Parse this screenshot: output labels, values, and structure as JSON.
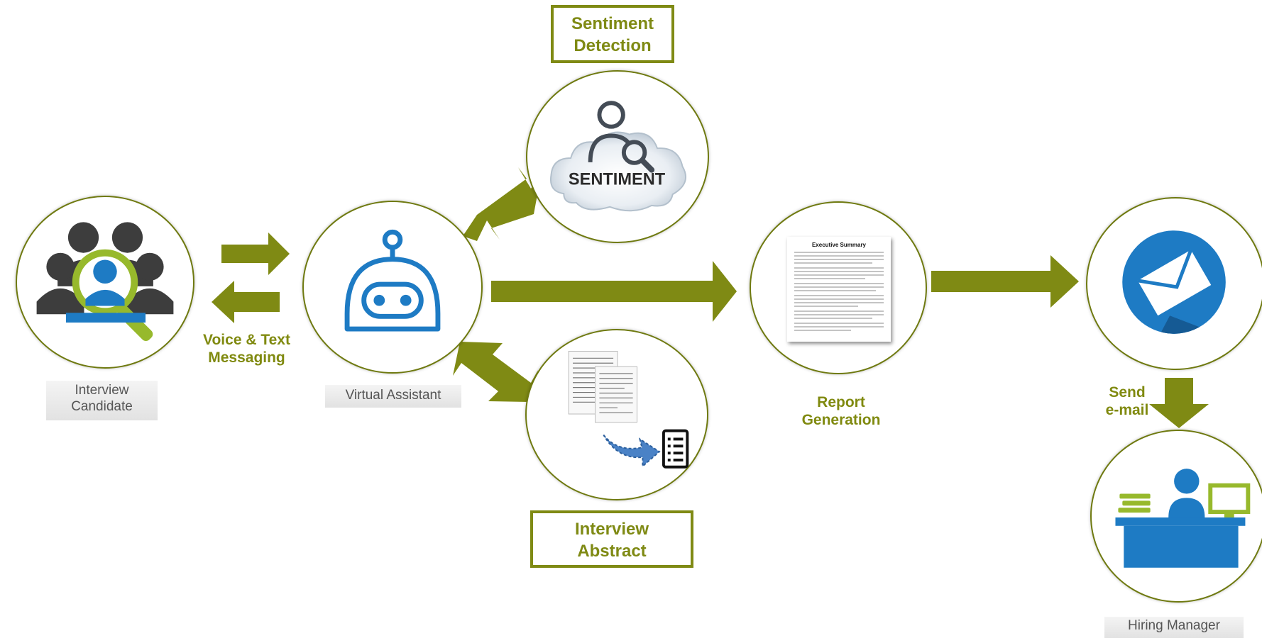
{
  "labels": {
    "interview_candidate": [
      "Interview",
      "Candidate"
    ],
    "virtual_assistant": "Virtual Assistant",
    "voice_text": [
      "Voice & Text",
      "Messaging"
    ],
    "sentiment_detection": [
      "Sentiment",
      "Detection"
    ],
    "interview_abstract": [
      "Interview",
      "Abstract"
    ],
    "report_generation": [
      "Report",
      "Generation"
    ],
    "send_email": [
      "Send",
      "e-mail"
    ],
    "hiring_manager": "Hiring Manager",
    "sentiment_word": "SENTIMENT",
    "exec_summary": "Executive Summary"
  },
  "colors": {
    "olive": "#7f8a14",
    "blue": "#1e7bc4",
    "dark_gray": "#3a3a3a"
  }
}
